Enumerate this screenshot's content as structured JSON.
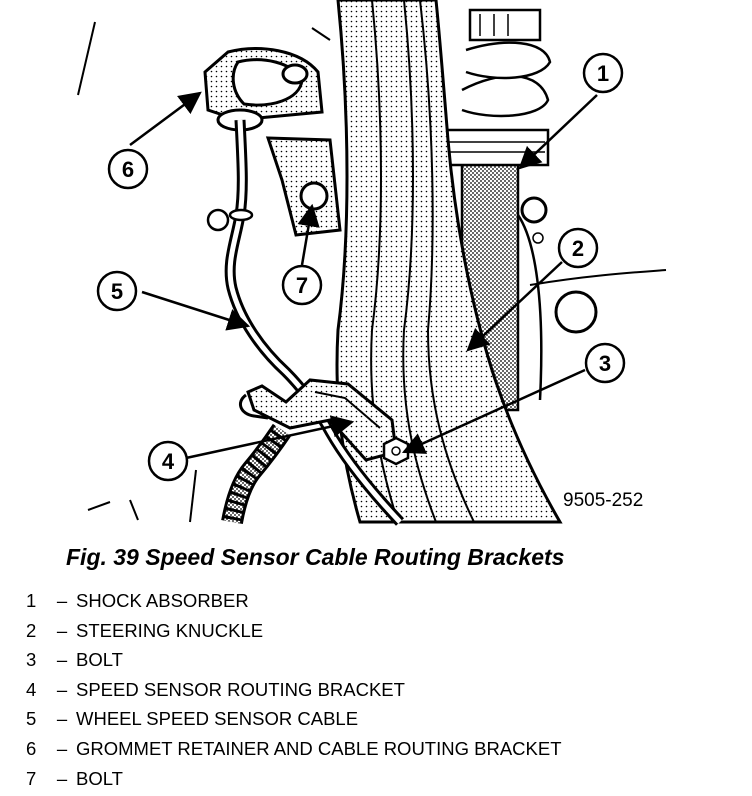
{
  "figure": {
    "code": "9505-252",
    "title": "Fig. 39 Speed Sensor Cable Routing Brackets"
  },
  "callouts": [
    "1",
    "2",
    "3",
    "4",
    "5",
    "6",
    "7"
  ],
  "legend": {
    "separator": "–",
    "items": [
      {
        "num": "1",
        "label": "SHOCK ABSORBER"
      },
      {
        "num": "2",
        "label": "STEERING KNUCKLE"
      },
      {
        "num": "3",
        "label": "BOLT"
      },
      {
        "num": "4",
        "label": "SPEED SENSOR ROUTING BRACKET"
      },
      {
        "num": "5",
        "label": "WHEEL SPEED SENSOR CABLE"
      },
      {
        "num": "6",
        "label": "GROMMET RETAINER AND CABLE ROUTING BRACKET"
      },
      {
        "num": "7",
        "label": "BOLT"
      }
    ]
  }
}
